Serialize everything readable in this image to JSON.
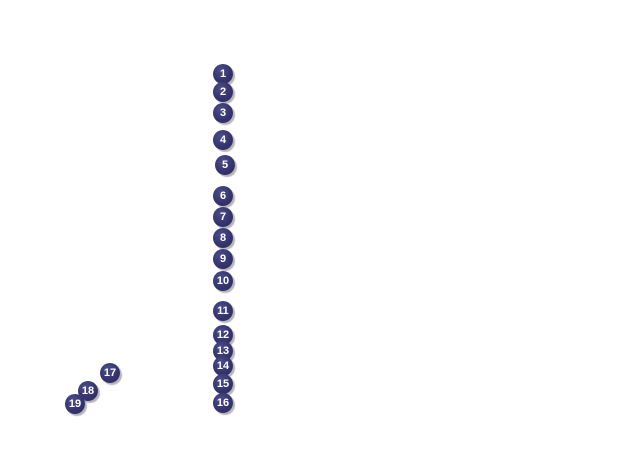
{
  "markers": [
    {
      "id": "marker-1",
      "label": "1"
    },
    {
      "id": "marker-2",
      "label": "2"
    },
    {
      "id": "marker-3",
      "label": "3"
    },
    {
      "id": "marker-4",
      "label": "4"
    },
    {
      "id": "marker-5",
      "label": "5"
    },
    {
      "id": "marker-6",
      "label": "6"
    },
    {
      "id": "marker-7",
      "label": "7"
    },
    {
      "id": "marker-8",
      "label": "8"
    },
    {
      "id": "marker-9",
      "label": "9"
    },
    {
      "id": "marker-10",
      "label": "10"
    },
    {
      "id": "marker-11",
      "label": "11"
    },
    {
      "id": "marker-12",
      "label": "12"
    },
    {
      "id": "marker-13",
      "label": "13"
    },
    {
      "id": "marker-14",
      "label": "14"
    },
    {
      "id": "marker-15",
      "label": "15"
    },
    {
      "id": "marker-16",
      "label": "16"
    },
    {
      "id": "marker-17",
      "label": "17"
    },
    {
      "id": "marker-18",
      "label": "18"
    },
    {
      "id": "marker-19",
      "label": "19"
    }
  ],
  "colors": {
    "marker_fill": "#35346f",
    "marker_text": "#ffffff",
    "background": "#ffffff"
  }
}
